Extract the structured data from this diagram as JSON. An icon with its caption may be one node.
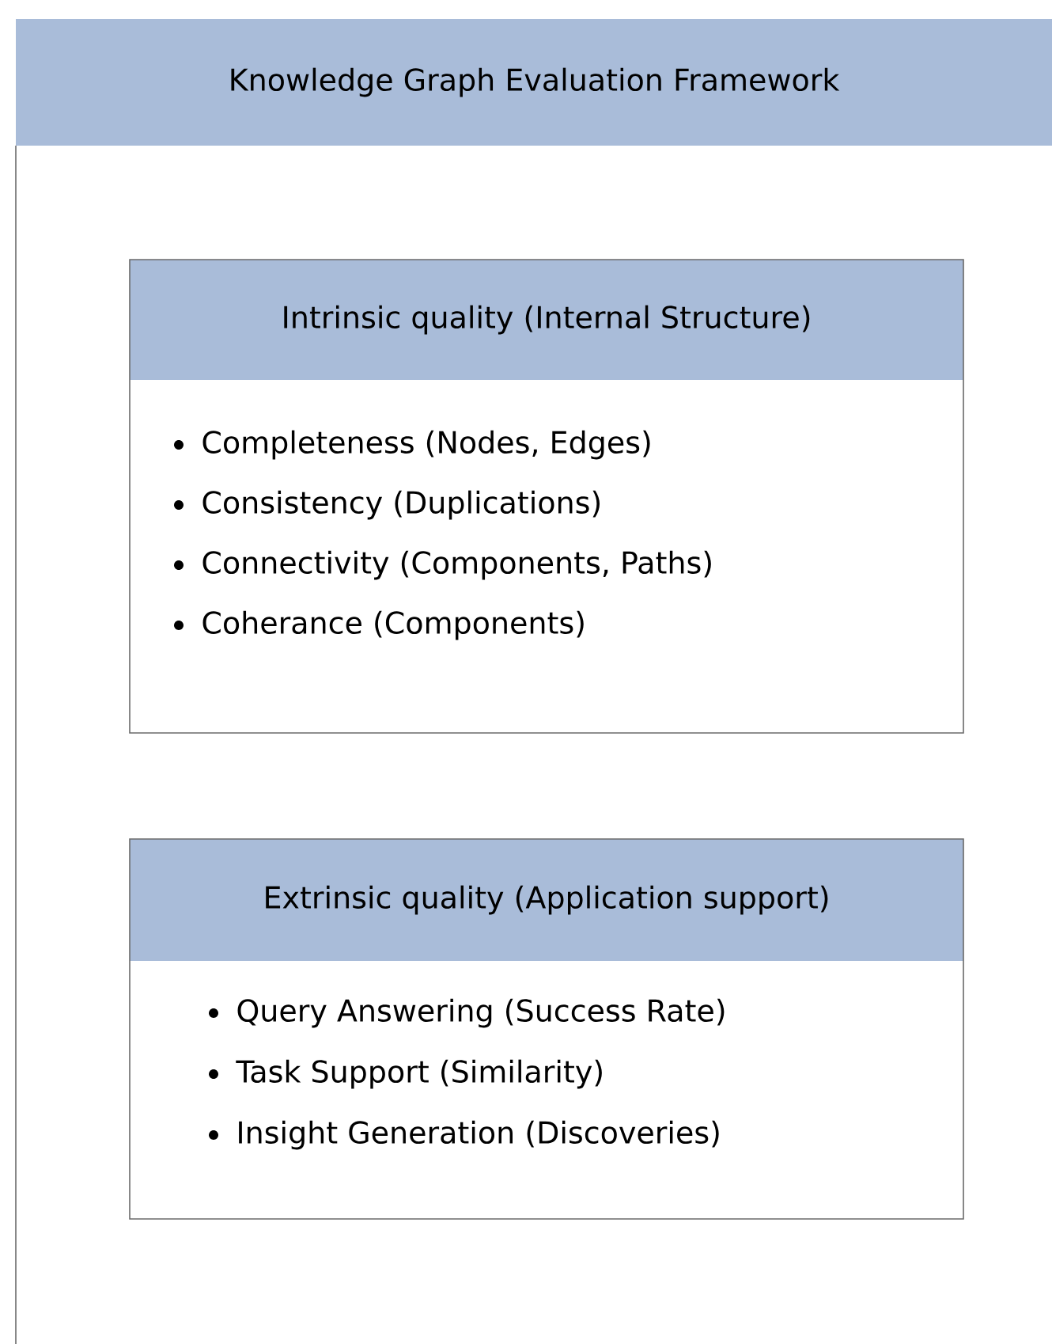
{
  "diagram": {
    "nodes": [
      {
        "text": [
          "Knowledge Graph Evaluation Framework"
        ]
      },
      {
        "text": [
          "Intrinsic quality (Internal Structure)",
          "Completeness (Nodes, Edges)",
          "Consistency (Duplications)",
          "Connectivity (Components, Paths)",
          "Coherance (Components)"
        ],
        "in": 0
      },
      {
        "text": [
          "Extrinsic quality (Application support)",
          "Query Answering (Success Rate)",
          "Task Support (Similarity)",
          "Insight Generation (Discoveries)"
        ],
        "in": 0
      }
    ]
  }
}
